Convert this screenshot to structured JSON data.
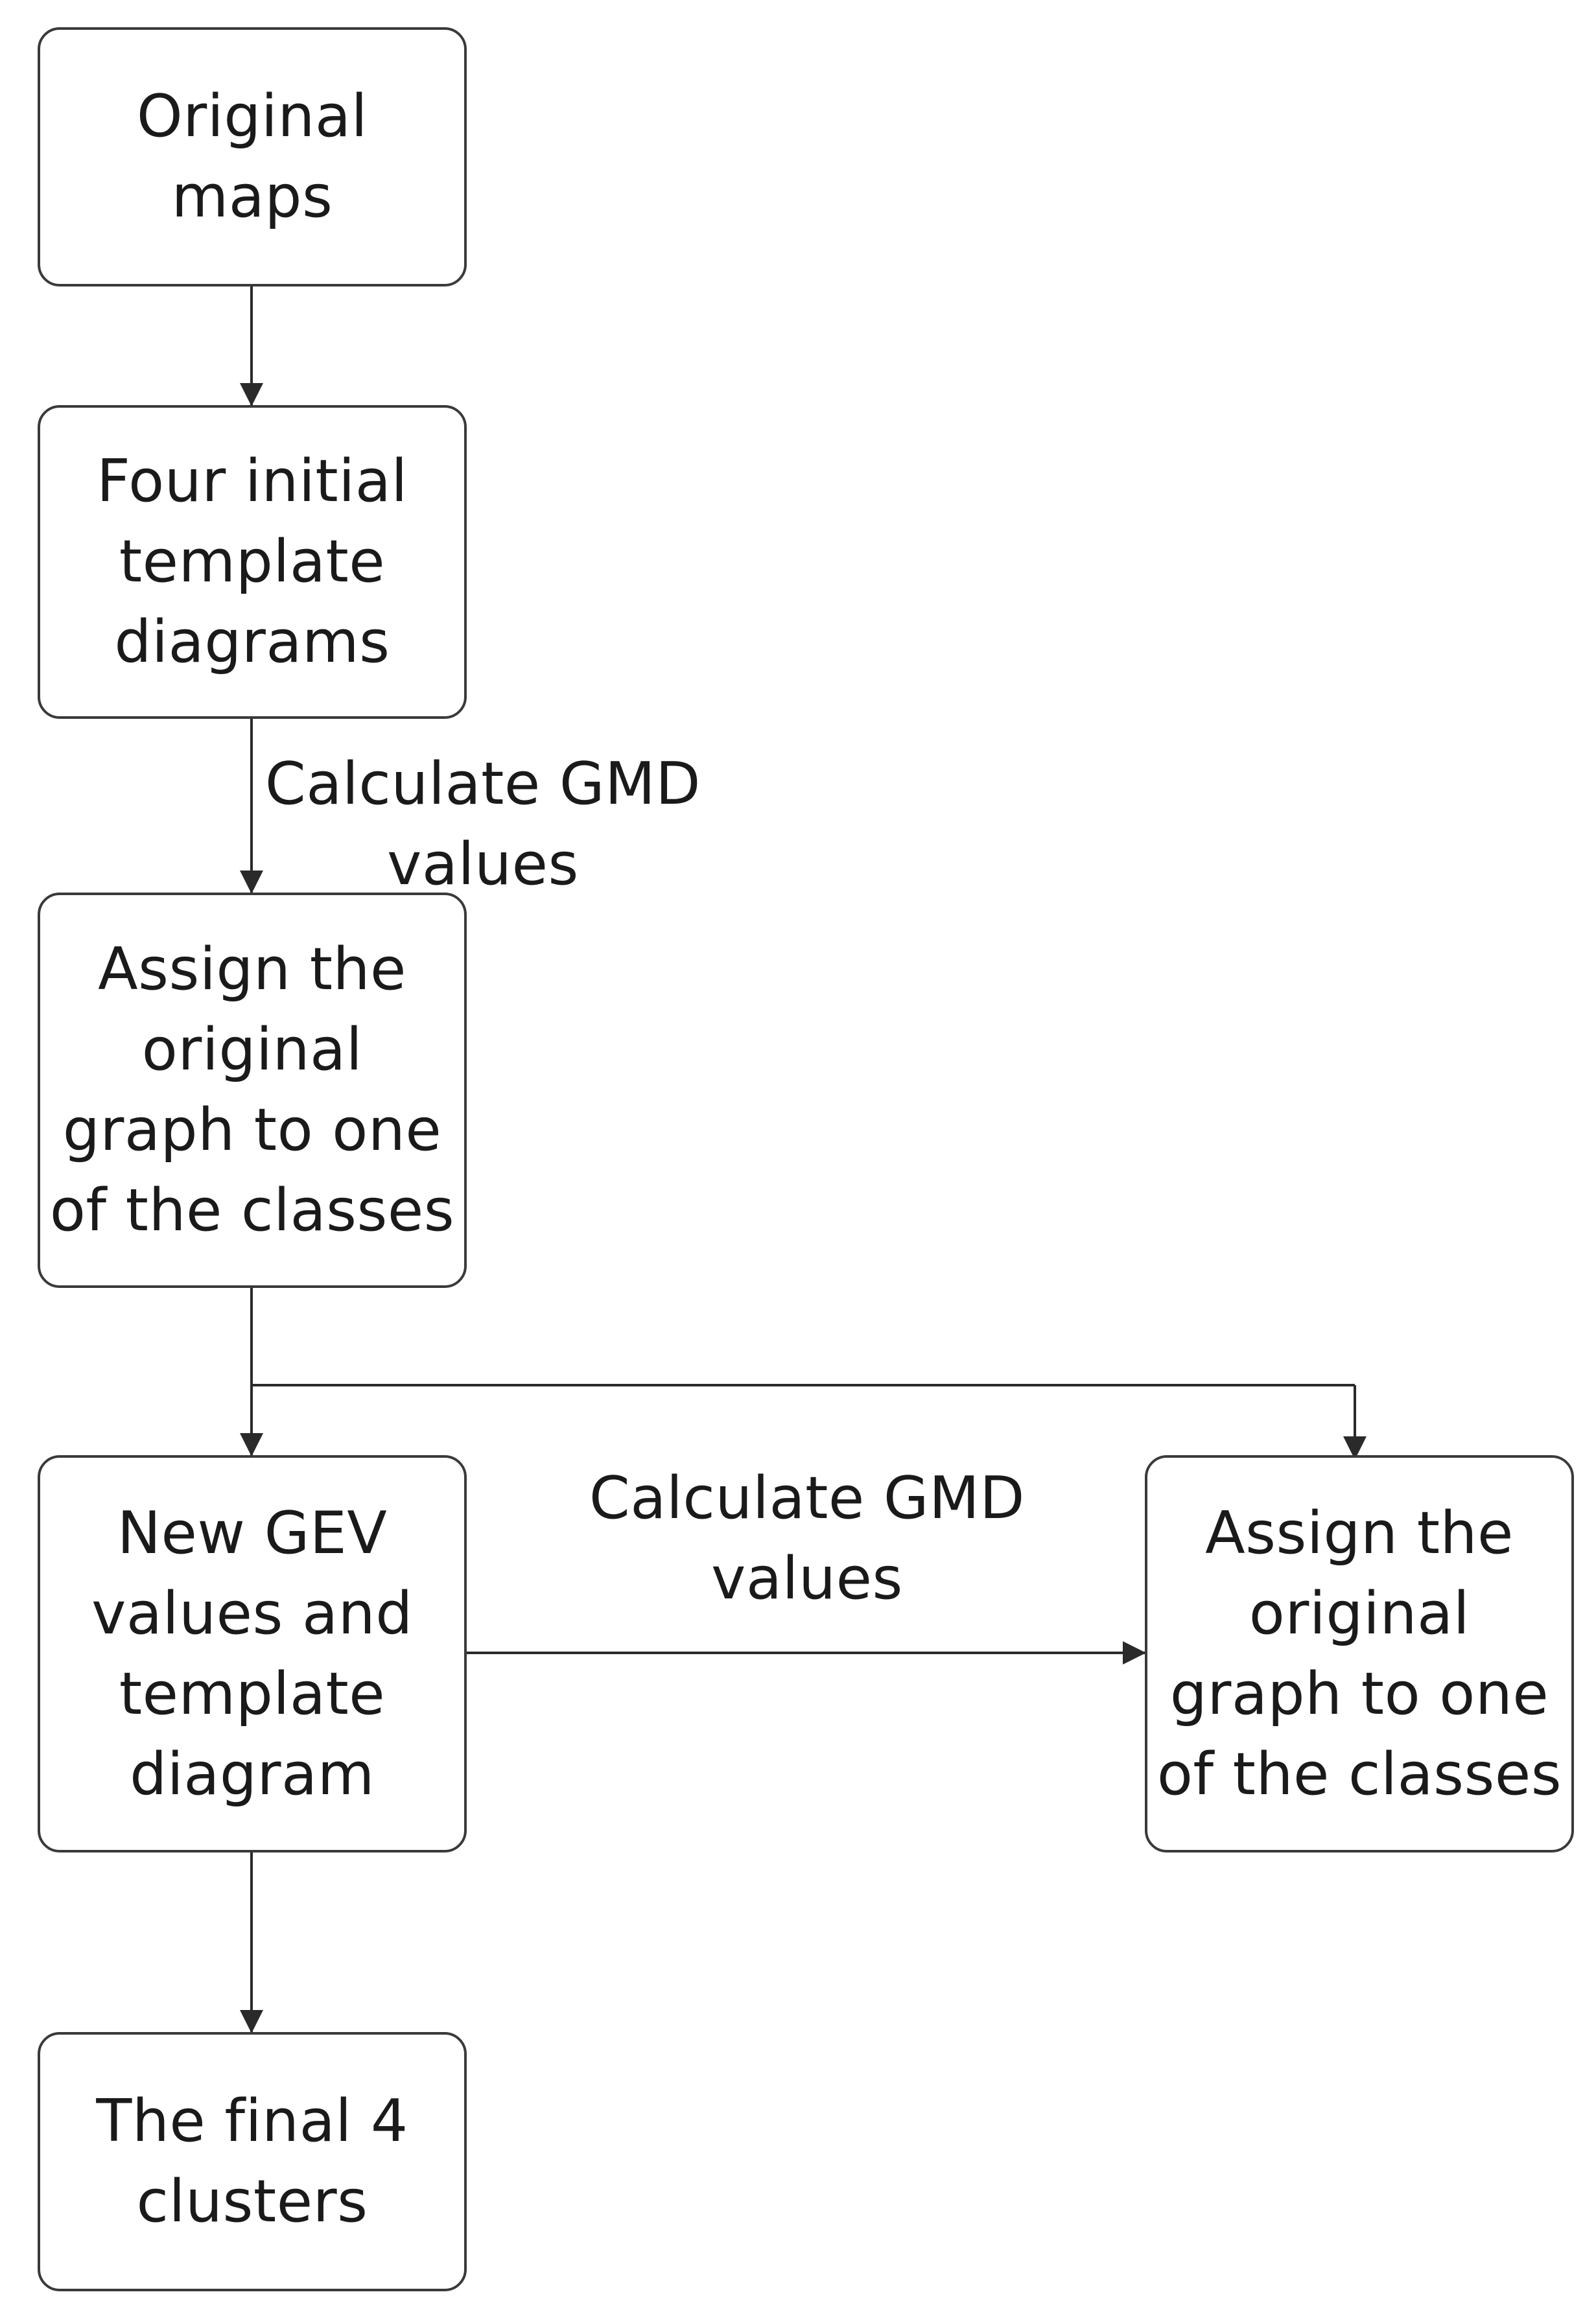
{
  "nodes": {
    "original_maps": "Original\nmaps",
    "four_initial_templates": "Four initial\ntemplate\ndiagrams",
    "assign_left": "Assign the\noriginal\ngraph to one\nof the classes",
    "new_gev": "New GEV\nvalues and\ntemplate\ndiagram",
    "assign_right": "Assign the\noriginal\ngraph to one\nof the classes",
    "final_clusters": "The final 4\nclusters"
  },
  "edge_labels": {
    "calc_gmd_1": "Calculate GMD\nvalues",
    "calc_gmd_2": "Calculate GMD\nvalues"
  },
  "colors": {
    "stroke": "#3a3a3a",
    "text": "#1a1a1a",
    "background": "#ffffff"
  }
}
